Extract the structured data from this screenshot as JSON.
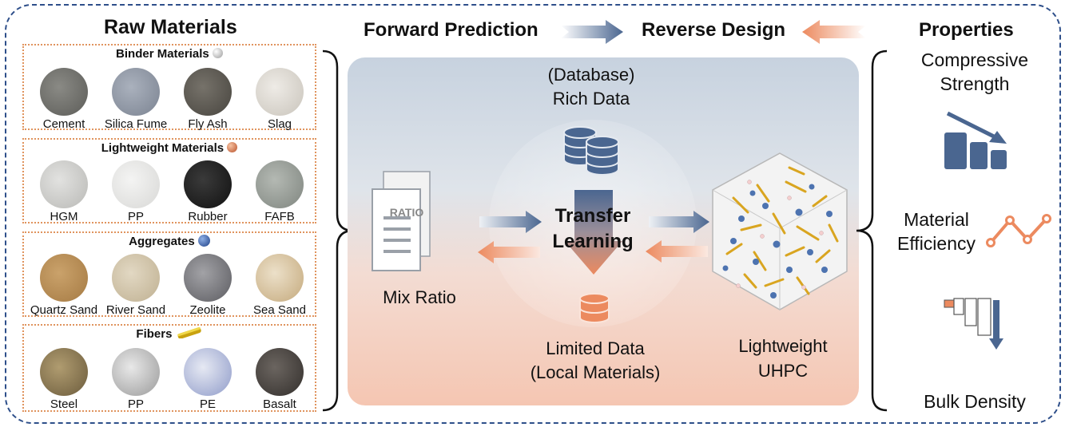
{
  "header": {
    "raw_materials": "Raw Materials",
    "forward": "Forward Prediction",
    "reverse": "Reverse Design",
    "properties": "Properties"
  },
  "groups": [
    {
      "title": "Binder Materials",
      "items": [
        {
          "label": "Cement",
          "color": "#6f6f6b"
        },
        {
          "label": "Silica Fume",
          "color": "#8f97a4"
        },
        {
          "label": "Fly Ash",
          "color": "#5e5a52"
        },
        {
          "label": "Slag",
          "color": "#dad6cf"
        }
      ]
    },
    {
      "title": "Lightweight Materials",
      "items": [
        {
          "label": "HGM",
          "color": "#cdcdcb"
        },
        {
          "label": "PP",
          "color": "#e7e7e6"
        },
        {
          "label": "Rubber",
          "color": "#202020"
        },
        {
          "label": "FAFB",
          "color": "#9aa09a"
        }
      ]
    },
    {
      "title": "Aggregates",
      "items": [
        {
          "label": "Quartz Sand",
          "color": "#b98f55"
        },
        {
          "label": "River Sand",
          "color": "#d4c7ad"
        },
        {
          "label": "Zeolite",
          "color": "#7b7b80"
        },
        {
          "label": "Sea Sand",
          "color": "#d8c29e"
        }
      ]
    },
    {
      "title": "Fibers",
      "items": [
        {
          "label": "Steel",
          "color": "#8c7a55"
        },
        {
          "label": "PP",
          "color": "#cfcfcf"
        },
        {
          "label": "PE",
          "color": "#c6cde3"
        },
        {
          "label": "Basalt",
          "color": "#4a4643"
        }
      ]
    }
  ],
  "center": {
    "database": "(Database)",
    "rich_data": "Rich Data",
    "transfer": "Transfer",
    "learning": "Learning",
    "limited": "Limited Data",
    "local": "(Local Materials)",
    "ratio": "RATIO",
    "mix_ratio": "Mix Ratio",
    "lightweight": "Lightweight",
    "uhpc": "UHPC"
  },
  "properties": {
    "compressive_1": "Compressive",
    "compressive_2": "Strength",
    "efficiency_1": "Material",
    "efficiency_2": "Efficiency",
    "bulk": "Bulk Density"
  },
  "colors": {
    "blue": "#4a6690",
    "orange": "#ec8a5f",
    "frame": "#2e4f8a"
  }
}
